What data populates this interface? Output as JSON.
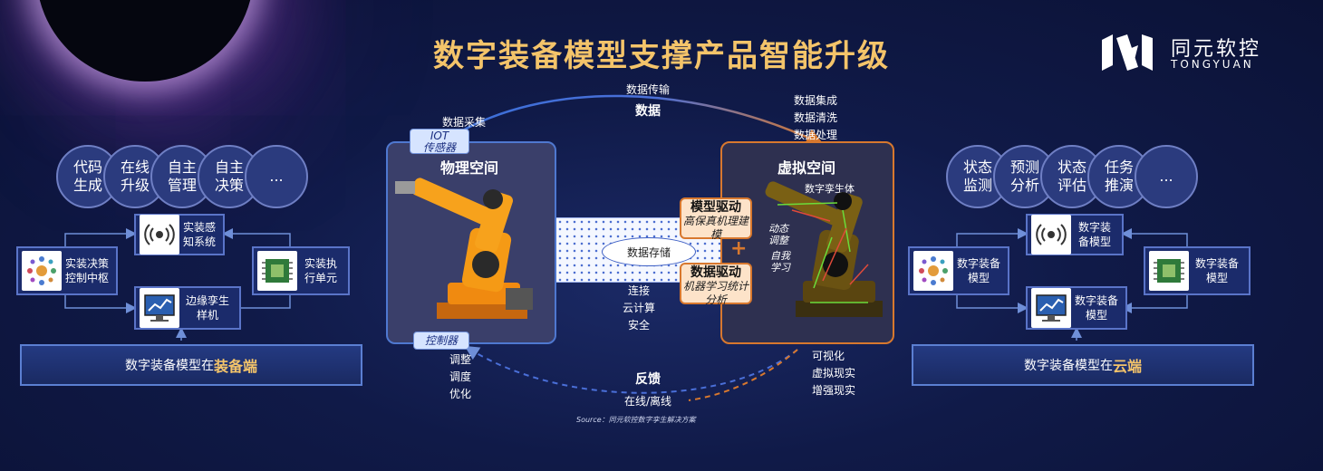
{
  "title": "数字装备模型支撑产品智能升级",
  "logo": {
    "cn": "同元软控",
    "en": "TONGYUAN"
  },
  "left": {
    "circles": [
      "代码生成",
      "在线升级",
      "自主管理",
      "自主决策",
      "..."
    ],
    "nodes": {
      "perception": "实装感知系统",
      "decision": "实装决策控制中枢",
      "execution": "实装执行单元",
      "twin": "边缘孪生样机"
    },
    "platform_prefix": "数字装备模型在",
    "platform_bold": "装备端"
  },
  "right": {
    "circles": [
      "状态监测",
      "预测分析",
      "状态评估",
      "任务推演",
      "..."
    ],
    "nodes": {
      "top": "数字装备模型",
      "left": "数字装备模型",
      "right": "数字装备模型",
      "bottom": "数字装备模型"
    },
    "platform_prefix": "数字装备模型在",
    "platform_bold": "云端"
  },
  "center": {
    "data_transfer": "数据传输",
    "data_label": "数据",
    "collect": "数据采集",
    "integrate": [
      "数据集成",
      "数据清洗",
      "数据处理"
    ],
    "iot_tag": "IOT\n传感器",
    "physical_space": "物理空间",
    "virtual_space": "虚拟空间",
    "digital_twin": "数字孪生体",
    "controller_tag": "控制器",
    "storage": "数据存储",
    "infra": [
      "连接",
      "云计算",
      "安全"
    ],
    "model_driven": {
      "title": "模型驱动",
      "sub": "高保真机理建模"
    },
    "data_driven": {
      "title": "数据驱动",
      "sub": "机器学习统计分析"
    },
    "plus": "+",
    "dynamic": "动态调整",
    "selflearn": "自我学习",
    "adjust": [
      "调整",
      "调度",
      "优化"
    ],
    "visual": [
      "可视化",
      "虚拟现实",
      "增强现实"
    ],
    "feedback": "反馈",
    "online": "在线/离线",
    "source": "Source：同元软控数字孪生解决方案"
  },
  "colors": {
    "title": "#f4c46a",
    "blue_arc": "#3b6fd8",
    "orange_arc": "#d8782e",
    "node_border": "#5a74c8"
  }
}
